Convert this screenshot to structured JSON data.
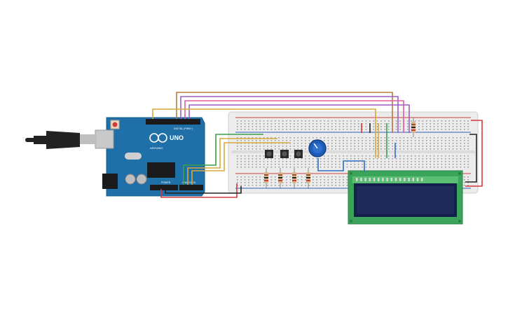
{
  "scene": "arduino-breadboard-lcd-circuit",
  "arduino": {
    "model_label": "UNO",
    "brand_label": "ARDUINO",
    "digital_header_label": "DIGITAL (PWM~)",
    "power_header_label": "POWER",
    "analog_header_label": "ANALOG IN",
    "board_color": "#1f6fa8"
  },
  "usb_cable": {
    "color": "#222222"
  },
  "breadboard": {
    "color": "#ececec",
    "rail_red": "#d33b3b",
    "rail_blue": "#2f5db8"
  },
  "lcd": {
    "type": "16x2 LCD",
    "pcb_color": "#3aa45a",
    "screen_color": "#1e2a5a"
  },
  "potentiometer": {
    "knob_color": "#1f5cb8"
  },
  "pushbuttons": {
    "count": 3
  },
  "resistors": {
    "count": 5
  },
  "wires": {
    "colors": [
      "#d6a93a",
      "#b87b3a",
      "#9b5fc4",
      "#e05aa8",
      "#3aa045",
      "#d33b3b",
      "#2f6fc4",
      "#222222"
    ]
  }
}
